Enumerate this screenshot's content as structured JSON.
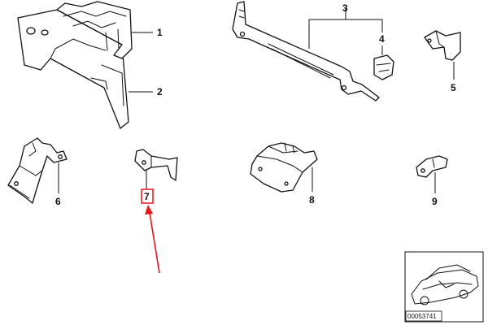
{
  "diagram": {
    "callouts": [
      "1",
      "2",
      "3",
      "4",
      "5",
      "6",
      "7",
      "8",
      "9"
    ],
    "highlighted_callout": "7",
    "highlight_color": "#e8141c",
    "arrow_color": "#e8141c",
    "thumbnail_code": "00053741"
  }
}
